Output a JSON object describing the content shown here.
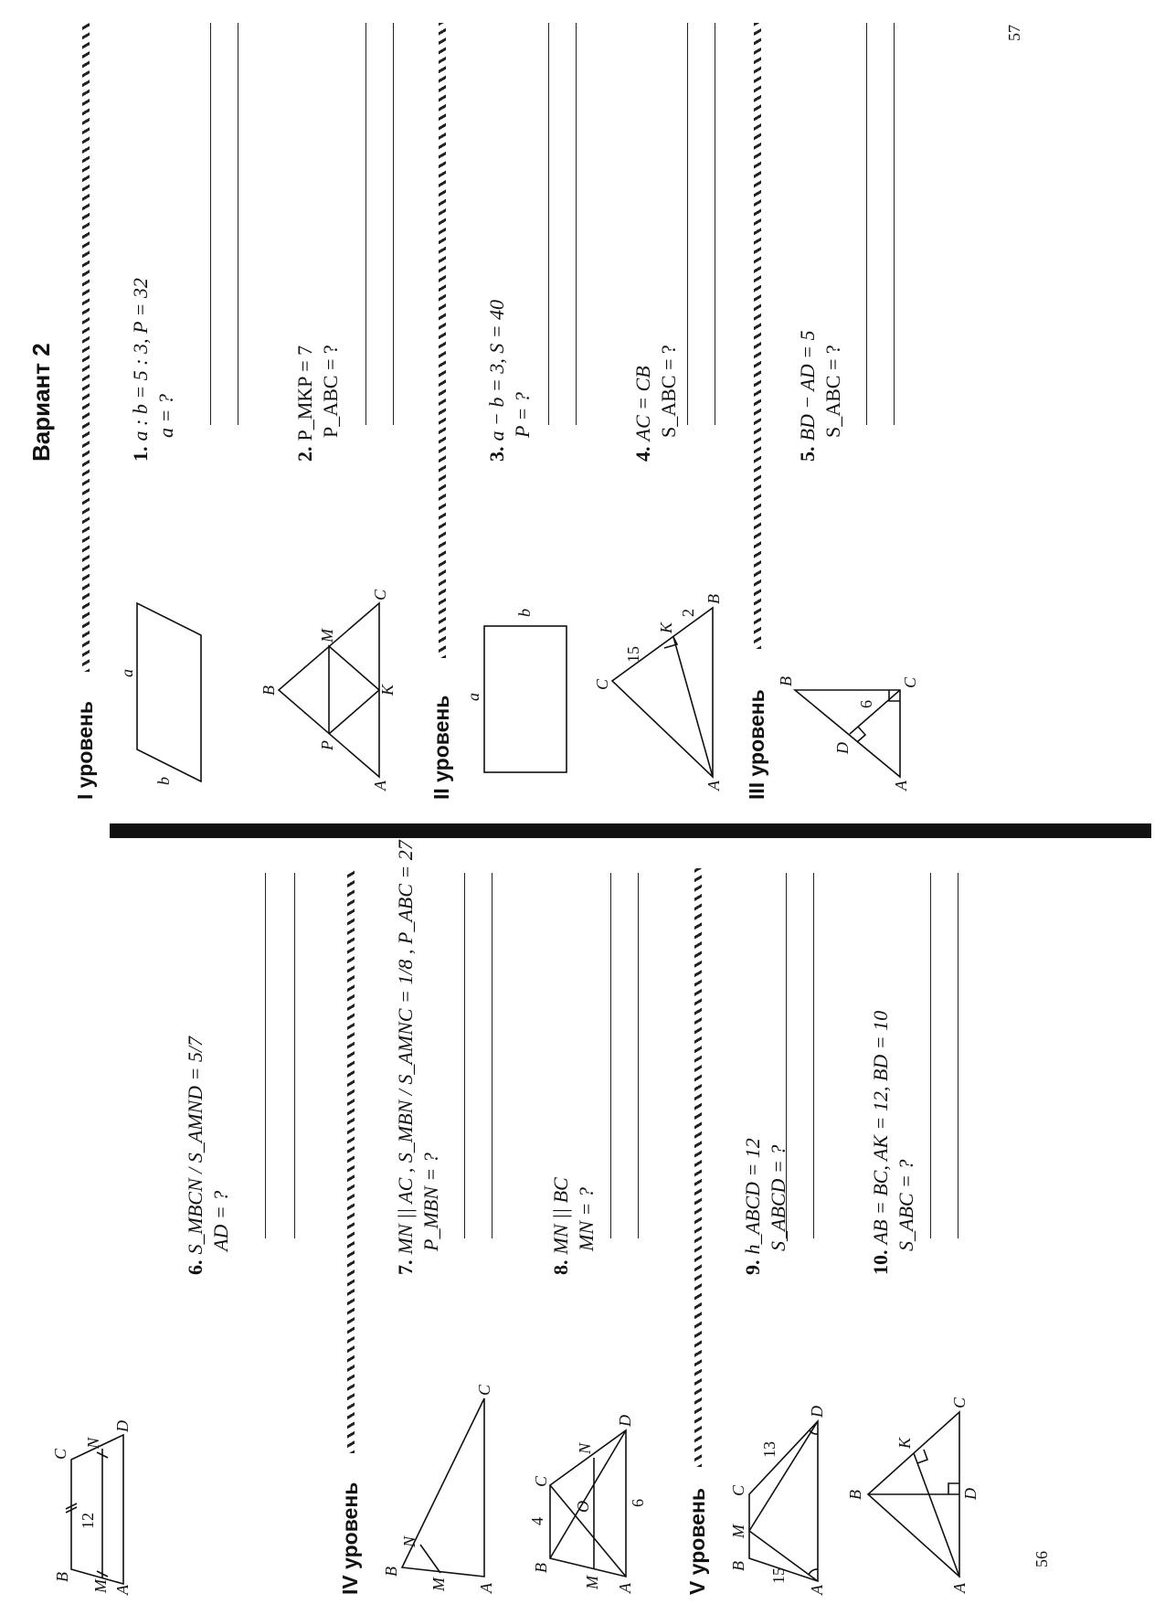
{
  "variant_title": "Вариант 2",
  "levels": {
    "l1": "I уровень",
    "l2": "II уровень",
    "l3": "III уровень",
    "l4": "IV уровень",
    "l5": "V уровень"
  },
  "tasks": {
    "t1": {
      "num": "1.",
      "given": "a : b = 5 : 3, P = 32",
      "ask": "a = ?"
    },
    "t2": {
      "num": "2.",
      "given": "P_MKP = 7",
      "ask": "P_ABC = ?"
    },
    "t3": {
      "num": "3.",
      "given": "a − b = 3, S = 40",
      "ask": "P = ?"
    },
    "t4": {
      "num": "4.",
      "given": "AC = CB",
      "ask": "S_ABC = ?"
    },
    "t5": {
      "num": "5.",
      "given": "BD − AD = 5",
      "ask": "S_ABC = ?"
    },
    "t6": {
      "num": "6.",
      "given": "S_MBCN / S_AMND = 5/7",
      "ask": "AD = ?"
    },
    "t7": {
      "num": "7.",
      "given": "MN || AC , S_MBN / S_AMNC = 1/8 , P_ABC = 27",
      "ask": "P_MBN = ?"
    },
    "t8": {
      "num": "8.",
      "given": "MN || BC",
      "ask": "MN = ?"
    },
    "t9": {
      "num": "9.",
      "given": "h_ABCD = 12",
      "ask": "S_ABCD = ?"
    },
    "t10": {
      "num": "10.",
      "given": "AB = BC, AK = 12, BD = 10",
      "ask": "S_ABC = ?"
    }
  },
  "figures": {
    "f1": {
      "a": "a",
      "b": "b"
    },
    "f2": {
      "A": "A",
      "B": "B",
      "C": "C",
      "M": "M",
      "K": "K",
      "P": "P"
    },
    "f3": {
      "a": "a",
      "b": "b"
    },
    "f4": {
      "A": "A",
      "B": "B",
      "C": "C",
      "K": "K",
      "v15": "15",
      "v2": "2"
    },
    "f5": {
      "A": "A",
      "B": "B",
      "C": "C",
      "D": "D",
      "v6": "6"
    },
    "f6": {
      "A": "A",
      "B": "B",
      "C": "C",
      "D": "D",
      "M": "M",
      "N": "N",
      "v12": "12"
    },
    "f7": {
      "A": "A",
      "B": "B",
      "C": "C",
      "M": "M",
      "N": "N"
    },
    "f8": {
      "A": "A",
      "B": "B",
      "C": "C",
      "D": "D",
      "M": "M",
      "N": "N",
      "O": "O",
      "v4": "4",
      "v6": "6"
    },
    "f9": {
      "A": "A",
      "B": "B",
      "C": "C",
      "D": "D",
      "M": "M",
      "v15": "15",
      "v13": "13"
    },
    "f10": {
      "A": "A",
      "B": "B",
      "C": "C",
      "D": "D",
      "K": "K"
    }
  },
  "page_numbers": {
    "left": "56",
    "right": "57"
  }
}
